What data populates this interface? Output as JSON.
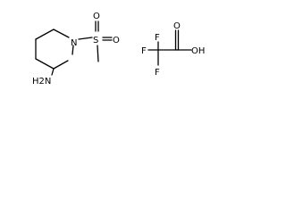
{
  "molecules": [
    {
      "atoms": {
        "ring_nitrogen": "N",
        "sulfur": "S",
        "sulfonyl_oxygen_top": "O",
        "sulfonyl_oxygen_right": "O",
        "amine": "H2N"
      }
    },
    {
      "atoms": {
        "fluorine_top": "F",
        "fluorine_left": "F",
        "fluorine_bottom": "F",
        "carbonyl_oxygen": "O",
        "hydroxyl": "OH"
      }
    }
  ],
  "colors": {
    "bond": "#000000",
    "label": "#000000",
    "background": "#ffffff"
  }
}
